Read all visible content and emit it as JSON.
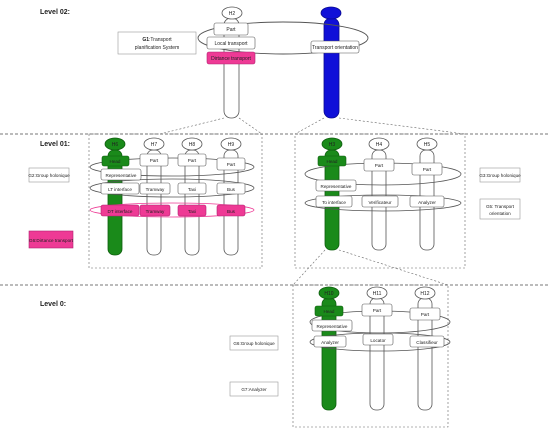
{
  "levels": {
    "level2": "Level 02:",
    "level1": "Level 01:",
    "level0": "Level 0:"
  },
  "level2": {
    "g1_bold": "G1",
    "g1_rest": ":Transport",
    "g1_line2": "planification System",
    "h2": {
      "head": "H2",
      "part": "Part",
      "iface": "Local transport",
      "pink": "Dirtance transport"
    },
    "blue": {
      "iface": "Transport orientation"
    }
  },
  "level1": {
    "g2": "G2:Group holonique",
    "g3": "G3:Group holonique",
    "g5_line1": "G5: Transport",
    "g5_line2": "orientation",
    "g6": "G6:Dirtance transport",
    "left": {
      "h6": "H6",
      "h7": "H7",
      "h8": "H8",
      "h9": "H9",
      "head": "Head",
      "part": "Part",
      "representative": "Representative",
      "lt_interface": "LT interface",
      "tramway": "Tramway",
      "taxi": "Taxi",
      "bus": "Bus",
      "dt_interface": "DT interface"
    },
    "right": {
      "h3": "H3",
      "h4": "H4",
      "h5": "H5",
      "head": "Head",
      "part": "Part",
      "representative": "Representative",
      "to_interface": "To interface",
      "verificateur": "Verificateur",
      "analyzer": "Analyzer"
    }
  },
  "level0": {
    "g6": "G6:Group holonique",
    "g7": "G7:Analyzer",
    "h10": "H10",
    "h11": "H11",
    "h12": "H12",
    "head": "Head",
    "part": "Part",
    "representative": "Representative",
    "analyzer": "Analyzer",
    "locator": "Locator",
    "classifieur": "Classifieur"
  },
  "colors": {
    "green": "#1a8a1a",
    "blue": "#1010d8",
    "pink": "#ee3a95",
    "stroke": "#555555",
    "pillar_fill": "#ffffff"
  }
}
